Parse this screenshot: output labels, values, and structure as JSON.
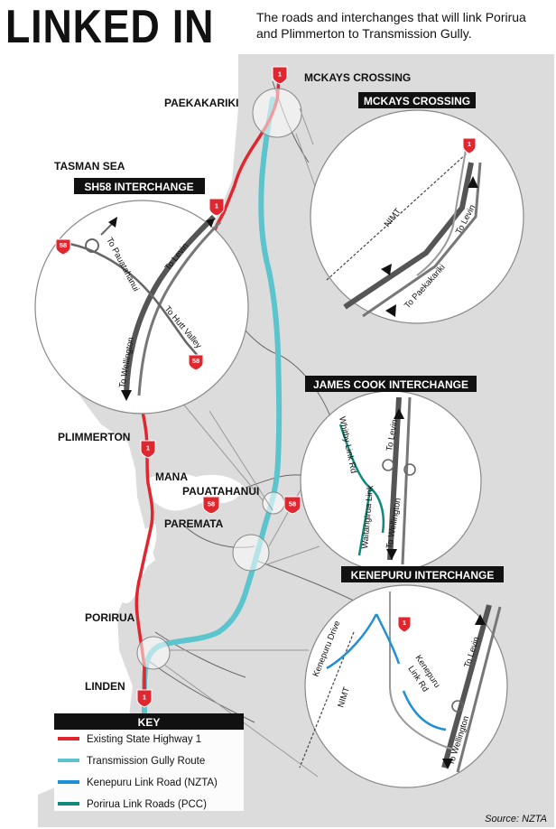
{
  "title": "LINKED IN",
  "subtitle": "The roads and interchanges that will link Porirua and Plimmerton to Transmission Gully.",
  "places": {
    "mckays_crossing": "MCKAYS CROSSING",
    "paekakariki": "PAEKAKARIKI",
    "tasman_sea": "TASMAN SEA",
    "plimmerton": "PLIMMERTON",
    "mana": "MANA",
    "pauatahanui": "PAUATAHANUI",
    "paremata": "PAREMATA",
    "porirua": "PORIRUA",
    "linden": "LINDEN"
  },
  "insets": {
    "mckays": {
      "banner": "MCKAYS CROSSING",
      "nimt": "NIMT",
      "to_levin": "To Levin",
      "to_paekakariki": "To Paekakariki",
      "shield": "1"
    },
    "sh58": {
      "banner": "SH58 INTERCHANGE",
      "to_pauatahanui": "To Pauatahanui",
      "to_levin": "To Levin",
      "to_wellington": "To Wellington",
      "to_hutt_valley": "To Hutt Valley",
      "shield_top": "58",
      "shield_bottom": "58"
    },
    "james_cook": {
      "banner": "JAMES COOK INTERCHANGE",
      "whitby_link": "Whitby Link Rd",
      "waitangirua_link": "Waitangirua Link",
      "to_levin": "To Levin",
      "to_wellington": "To Wellington"
    },
    "kenepuru": {
      "banner": "KENEPURU INTERCHANGE",
      "kenepuru_drive": "Kenepuru Drive",
      "nimt": "NIMT",
      "kenepuru_link": "Kenepuru",
      "kenepuru_link2": "Link Rd",
      "to_levin": "To Levin",
      "to_wellington": "To Wellington",
      "shield": "1"
    }
  },
  "shields": {
    "sh1": "1",
    "sh58": "58"
  },
  "key": {
    "heading": "KEY",
    "items": [
      {
        "label": "Existing State Highway 1",
        "color": "#e0262e"
      },
      {
        "label": "Transmission Gully Route",
        "color": "#5bc4cc"
      },
      {
        "label": "Kenepuru Link Road (NZTA)",
        "color": "#1f8fd6"
      },
      {
        "label": "Porirua Link Roads (PCC)",
        "color": "#0f8a7a"
      }
    ]
  },
  "source": "Source: NZTA",
  "colors": {
    "sea": "#ffffff",
    "land": "#dcdcdc",
    "sh1": "#e0262e",
    "gully": "#5bc4cc",
    "kenepuru_link": "#1f8fd6",
    "porirua_link": "#0f8a7a"
  }
}
